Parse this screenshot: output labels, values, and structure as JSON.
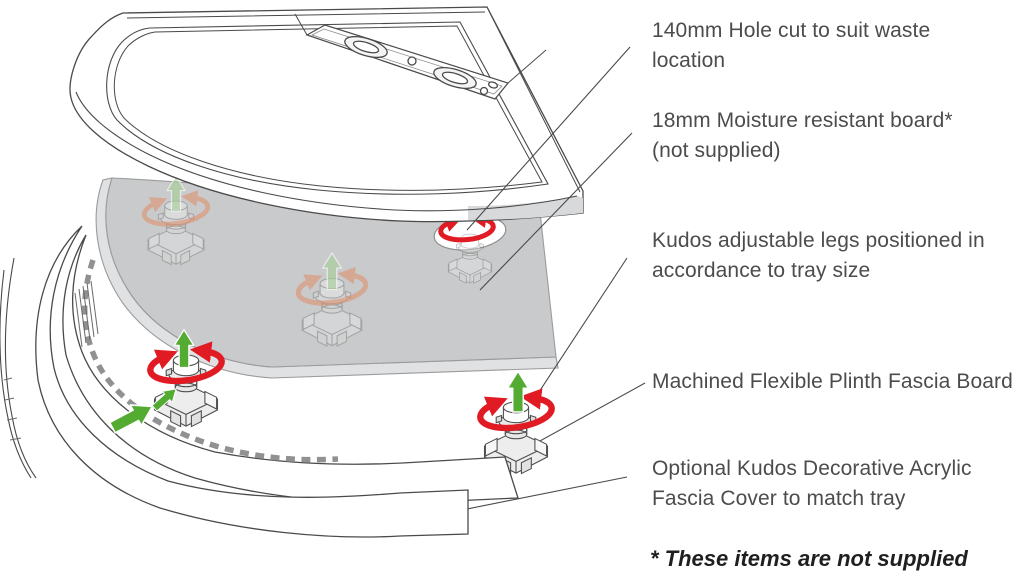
{
  "page": {
    "type": "technical-exploded-diagram",
    "subject": "Shower tray installation: tray, moisture resistant board, adjustable legs and fascia boards",
    "background": "#ffffff"
  },
  "annotations": {
    "labels": [
      {
        "id": "hole-label",
        "line1": "140mm Hole cut to suit waste",
        "line2": "location"
      },
      {
        "id": "board-label",
        "line1": "18mm Moisture resistant board*",
        "line2": "(not supplied)"
      },
      {
        "id": "legs-label",
        "line1": "Kudos adjustable legs positioned in",
        "line2": "accordance to tray size"
      },
      {
        "id": "plinth-label",
        "line1": "Machined Flexible Plinth Fascia Board",
        "line2": ""
      },
      {
        "id": "fascia-label",
        "line1": "Optional Kudos Decorative Acrylic",
        "line2": "Fascia Cover to match tray"
      }
    ],
    "footnote": "* These items are not supplied"
  },
  "diagram": {
    "components": [
      "shower-tray",
      "moisture-resistant-board",
      "waste-hole",
      "adjustable-leg",
      "lift-arrow",
      "rotate-arrow",
      "flexible-plinth-fascia-board",
      "acrylic-fascia-cover",
      "insert-arrow"
    ],
    "colors": {
      "green": "#54ab32",
      "green-ghost": "#a6cf97",
      "red": "#e01b23",
      "orange-ghost": "#dd9270",
      "board-top": "#c9cacb",
      "board-side": "#e0e1e2",
      "line": "#4a4a4a",
      "text": "#4c4c4c",
      "footnote-text": "#1f1f1f"
    }
  }
}
